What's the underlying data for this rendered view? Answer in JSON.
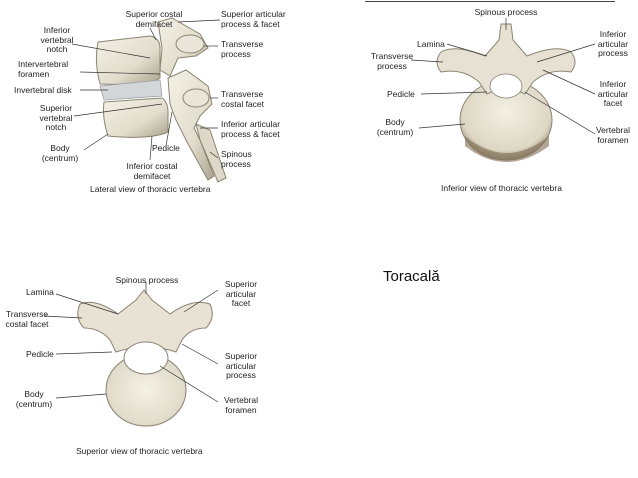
{
  "slide": {
    "title": "Toracală"
  },
  "lateral": {
    "caption": "Lateral view of thoracic vertebra",
    "labels": {
      "superior_costal_demifacet": "Superior costal\ndemifacet",
      "inferior_vertebral_notch": "Inferior\nvertebral\nnotch",
      "intervertebral_foramen": "Intervertebral\nforamen",
      "invertebral_disk": "Invertebral disk",
      "superior_vertebral_notch": "Superior\nvertebral\nnotch",
      "body": "Body\n(centrum)",
      "pedicle": "Pedicle",
      "inferior_costal_demifacet": "Inferior costal\ndemifacet",
      "superior_articular_process": "Superior articular\nprocess & facet",
      "transverse_process": "Transverse\nprocess",
      "transverse_costal_facet": "Transverse\ncostal facet",
      "inferior_articular_process": "Inferior articular\nprocess & facet",
      "spinous_process": "Spinous\nprocess"
    }
  },
  "inferior": {
    "caption": "Inferior view of thoracic vertebra",
    "labels": {
      "spinous_process": "Spinous process",
      "lamina": "Lamina",
      "transverse_process": "Transverse\nprocess",
      "pedicle": "Pedicle",
      "body": "Body\n(centrum)",
      "inferior_articular_process": "Inferior\narticular\nprocess",
      "inferior_articular_facet": "Inferior\narticular\nfacet",
      "vertebral_foramen": "Vertebral\nforamen"
    }
  },
  "superior": {
    "caption": "Superior view of thoracic vertebra",
    "labels": {
      "spinous_process": "Spinous process",
      "lamina": "Lamina",
      "transverse_costal_facet": "Transverse\ncostal facet",
      "pedicle": "Pedicle",
      "body": "Body\n(centrum)",
      "superior_articular_facet": "Superior\narticular\nfacet",
      "superior_articular_process": "Superior\narticular\nprocess",
      "vertebral_foramen": "Vertebral\nforamen"
    }
  },
  "colors": {
    "bone": "#e8e4d6",
    "bone_shadow": "#b9b3a0",
    "bone_dark": "#8a8472",
    "disk": "#cfd3d6",
    "leader": "#333333"
  }
}
